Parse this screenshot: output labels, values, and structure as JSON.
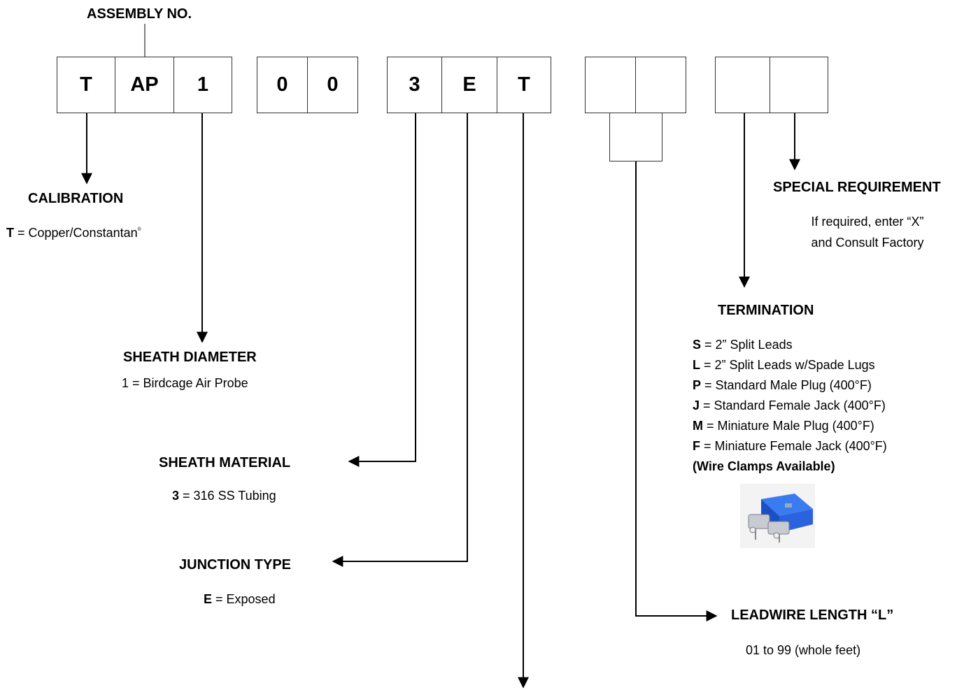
{
  "assembly_label": "ASSEMBLY NO.",
  "code_boxes": [
    "T",
    "AP",
    "1",
    "0",
    "0",
    "3",
    "E",
    "T",
    "",
    "",
    "",
    ""
  ],
  "calibration": {
    "heading": "CALIBRATION",
    "option_code": "T",
    "option_text": " = Copper/Constantan",
    "mark": "®"
  },
  "sheath_diameter": {
    "heading": "SHEATH DIAMETER",
    "text": "1 = Birdcage Air Probe"
  },
  "sheath_material": {
    "heading": "SHEATH MATERIAL",
    "code": "3",
    "text": " = 316 SS Tubing"
  },
  "junction_type": {
    "heading": "JUNCTION TYPE",
    "code": "E",
    "text": " = Exposed"
  },
  "special_requirement": {
    "heading": "SPECIAL REQUIREMENT",
    "line1": "If required, enter “X”",
    "line2": "and Consult Factory"
  },
  "termination": {
    "heading": "TERMINATION",
    "options": [
      {
        "code": "S",
        "text": " = 2” Split Leads"
      },
      {
        "code": "L",
        "text": " = 2” Split Leads w/Spade Lugs"
      },
      {
        "code": "P",
        "text": " = Standard Male Plug (400°F)"
      },
      {
        "code": "J",
        "text": " = Standard Female Jack (400°F)"
      },
      {
        "code": "M",
        "text": " = Miniature Male Plug (400°F)"
      },
      {
        "code": "F",
        "text": " = Miniature Female Jack (400°F)"
      }
    ],
    "note": "(Wire Clamps Available)"
  },
  "leadwire_length": {
    "heading": "LEADWIRE LENGTH “L”",
    "text": "01 to 99 (whole feet)"
  }
}
